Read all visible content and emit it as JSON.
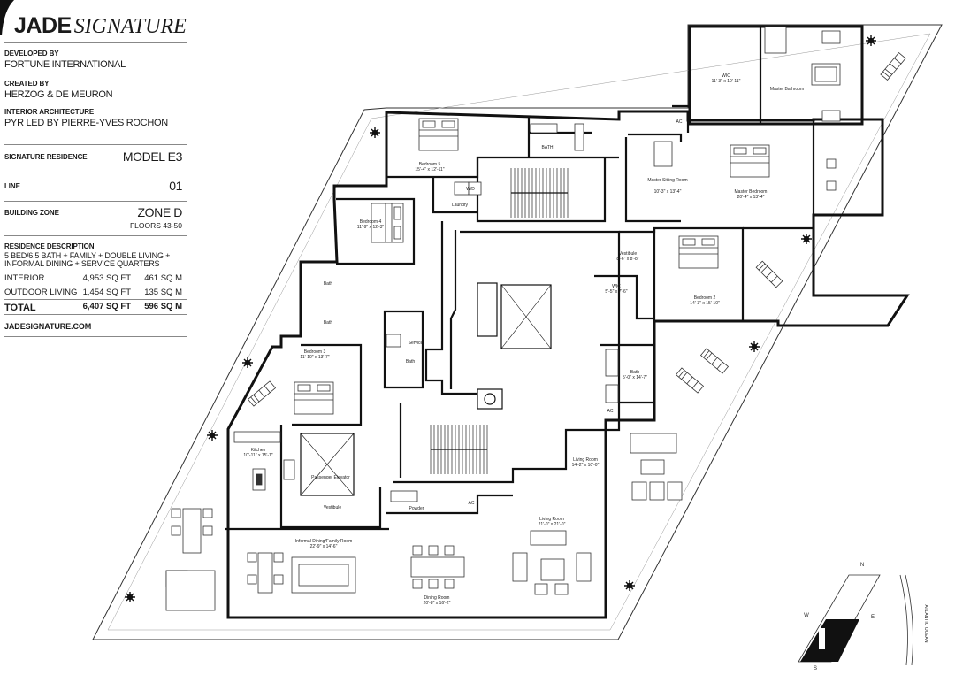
{
  "header": {
    "logo_bold": "JADE",
    "logo_italic": "SIGNATURE"
  },
  "credits": {
    "developed_label": "DEVELOPED BY",
    "developed_value": "FORTUNE INTERNATIONAL",
    "created_label": "CREATED BY",
    "created_value": "HERZOG & DE MEURON",
    "interior_label": "INTERIOR ARCHITECTURE",
    "interior_value": "PYR LED BY PIERRE-YVES ROCHON"
  },
  "residence": {
    "signature_label": "SIGNATURE RESIDENCE",
    "model": "MODEL E3",
    "line_label": "LINE",
    "line_value": "01",
    "zone_label": "BUILDING ZONE",
    "zone_value": "ZONE D",
    "floors": "FLOORS 43-50"
  },
  "description": {
    "label": "RESIDENCE DESCRIPTION",
    "text": "5 BED/6.5 BATH + FAMILY + DOUBLE LIVING + INFORMAL DINING + SERVICE QUARTERS",
    "rows": [
      {
        "label": "INTERIOR",
        "sqft": "4,953 SQ FT",
        "sqm": "461 SQ M"
      },
      {
        "label": "OUTDOOR LIVING",
        "sqft": "1,454 SQ FT",
        "sqm": "135 SQ M"
      },
      {
        "label": "TOTAL",
        "sqft": "6,407 SQ FT",
        "sqm": "596 SQ M"
      }
    ]
  },
  "website": "JADESIGNATURE.COM",
  "rooms": [
    {
      "name": "Bedroom 5",
      "dims": "15'-4\" x 12'-11\""
    },
    {
      "name": "BATH",
      "dims": ""
    },
    {
      "name": "W/D",
      "dims": ""
    },
    {
      "name": "Laundry",
      "dims": ""
    },
    {
      "name": "Bedroom 4",
      "dims": "11'-9\" x 12'-3\""
    },
    {
      "name": "Bath",
      "dims": ""
    },
    {
      "name": "Bath",
      "dims": ""
    },
    {
      "name": "Bedroom 3",
      "dims": "11'-10\" x 13'-7\""
    },
    {
      "name": "Service",
      "dims": ""
    },
    {
      "name": "Bath",
      "dims": ""
    },
    {
      "name": "Kitchen",
      "dims": "10'-11\" x 15'-1\""
    },
    {
      "name": "Passenger Elevator",
      "dims": ""
    },
    {
      "name": "Vestibule",
      "dims": ""
    },
    {
      "name": "Informal Dining/Family Room",
      "dims": "22'-9\" x 14'-6\""
    },
    {
      "name": "Powder",
      "dims": ""
    },
    {
      "name": "AC",
      "dims": ""
    },
    {
      "name": "Living Room",
      "dims": "14'-2\" x 10'-0\""
    },
    {
      "name": "Living Room",
      "dims": "21'-0\" x 21'-0\""
    },
    {
      "name": "Dining Room",
      "dims": "20'-8\" x 16'-2\""
    },
    {
      "name": "WIC",
      "dims": "11'-3\" x 10'-11\""
    },
    {
      "name": "Master Bathroom",
      "dims": ""
    },
    {
      "name": "AC",
      "dims": ""
    },
    {
      "name": "Master Sitting Room",
      "dims": "10'-3\" x 13'-4\""
    },
    {
      "name": "Master Bedroom",
      "dims": "20'-4\" x 13'-4\""
    },
    {
      "name": "Vestibule",
      "dims": "8'-6\" x 8'-8\""
    },
    {
      "name": "WIC",
      "dims": "5'-5\" x 7'-6\""
    },
    {
      "name": "Bedroom 2",
      "dims": "14'-3\" x 15'-10\""
    },
    {
      "name": "Bath",
      "dims": "5'-0\" x 14'-7\""
    },
    {
      "name": "AC",
      "dims": ""
    }
  ],
  "compass": {
    "n": "N",
    "s": "S",
    "e": "E",
    "w": "W",
    "ocean": "ATLANTIC OCEAN"
  },
  "colors": {
    "ink": "#1a1a1a",
    "line": "#333333",
    "plan_fill": "#ffffff",
    "highlight": "#111111"
  }
}
